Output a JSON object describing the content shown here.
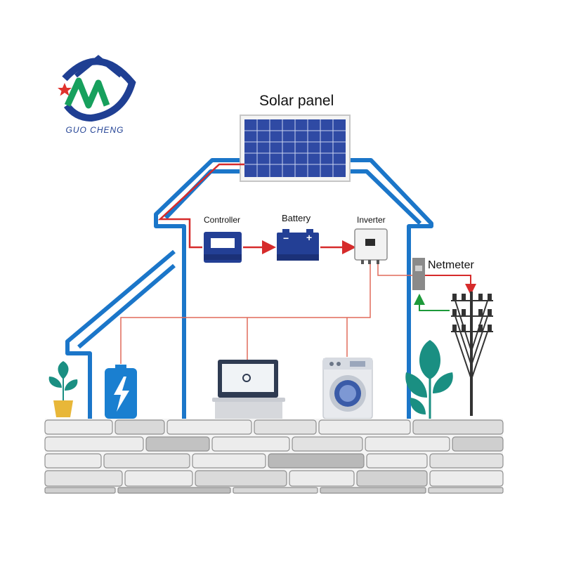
{
  "logo": {
    "text": "GUO CHENG",
    "colors": {
      "primary": "#1f3f93",
      "secondary": "#17a05d",
      "star": "#e0322d"
    }
  },
  "labels": {
    "solar_panel": "Solar panel",
    "controller": "Controller",
    "battery": "Battery",
    "inverter": "Inverter",
    "netmeter": "Netmeter"
  },
  "battery_symbols": {
    "minus": "−",
    "plus": "+"
  },
  "colors": {
    "house_outline": "#1b76c9",
    "dc_wire": "#d62b2b",
    "ac_wire": "#e06a5a",
    "export_arrow": "#d62b2b",
    "import_arrow": "#1d9a3a",
    "device_blue": "#233f95",
    "plant_teal": "#1a8f82",
    "wall_light": "#ececec",
    "wall_dark": "#b9b9b9"
  }
}
